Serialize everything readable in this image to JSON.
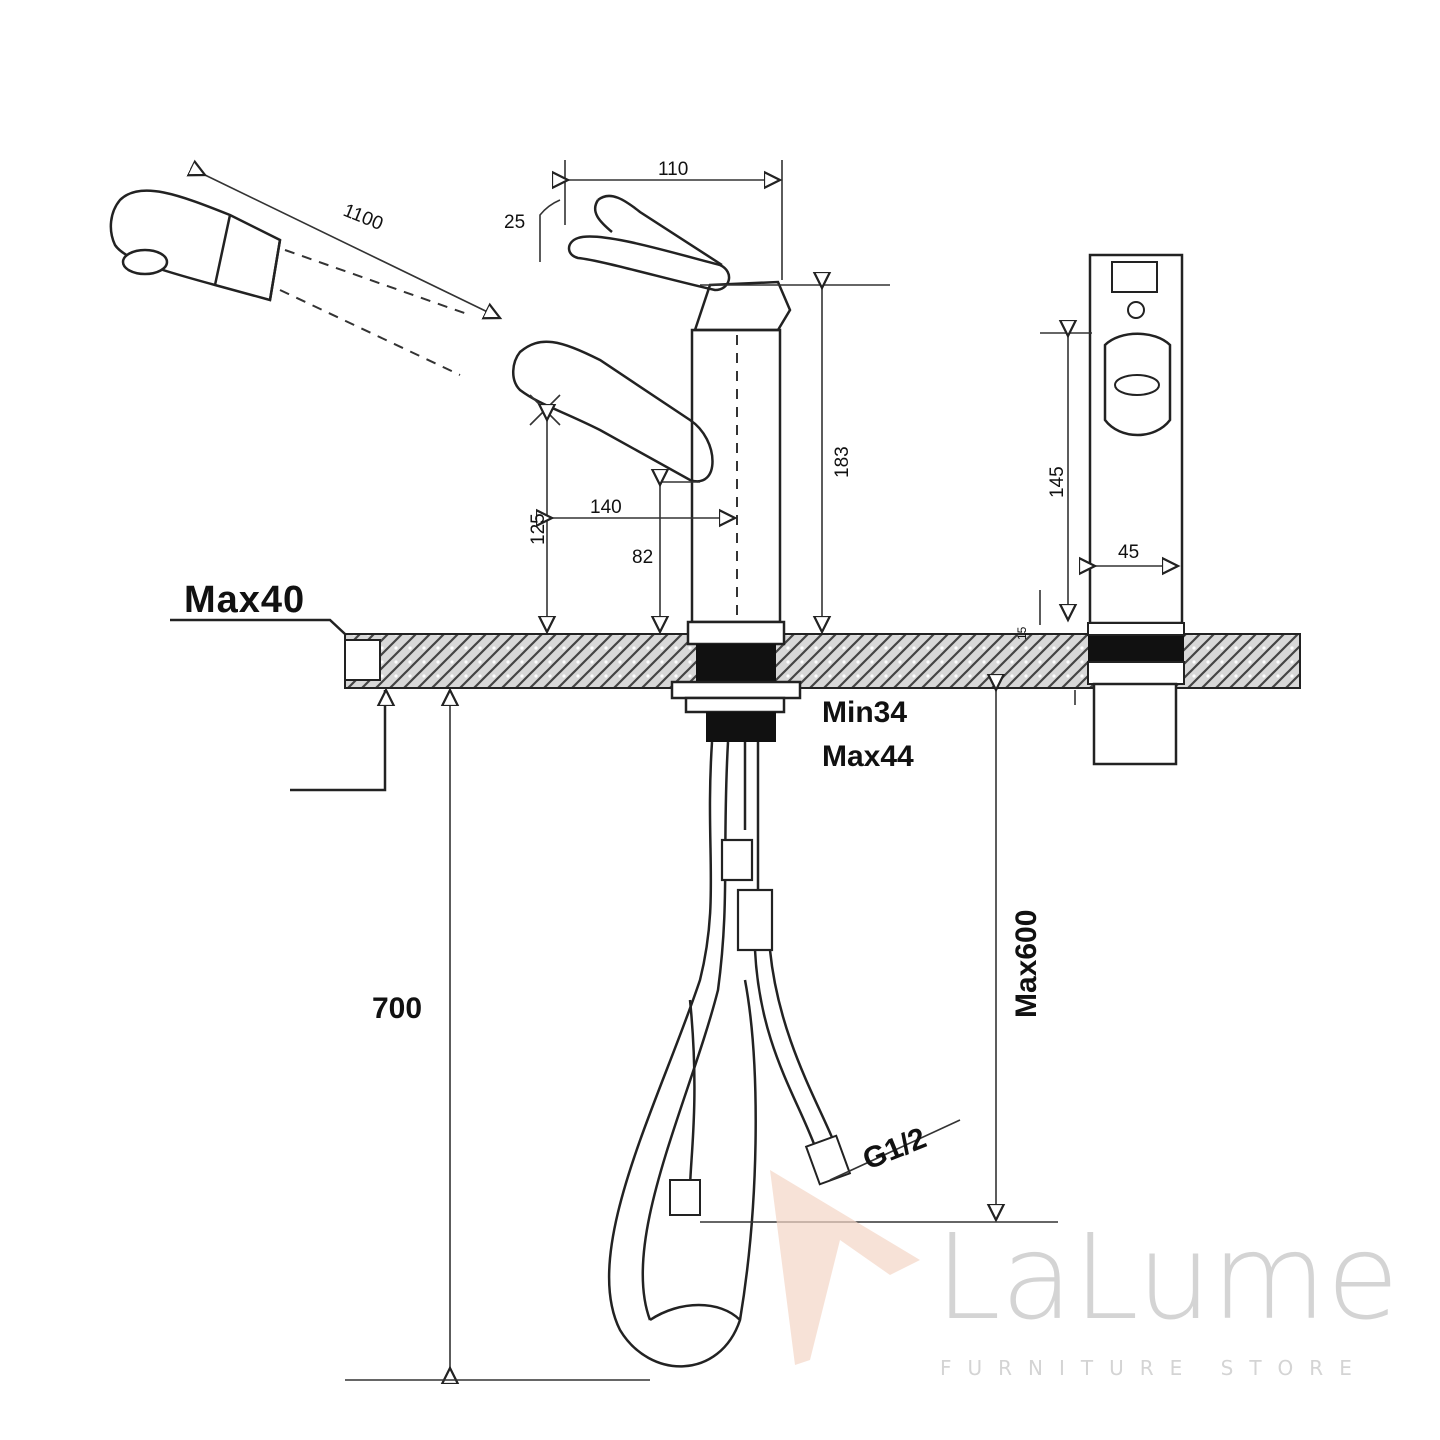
{
  "drawing": {
    "dimensions": {
      "pull_out_length": "1100",
      "spout_reach_top": "110",
      "handle_angle": "25",
      "body_height": "183",
      "spout_height": "125",
      "spout_reach": "140",
      "spout_clearance": "82",
      "side_height": "145",
      "side_width": "45",
      "base_thickness": "15",
      "deck_max": "Max40",
      "deck_min_label": "Min34",
      "deck_max_label": "Max44",
      "hose_length": "700",
      "hose_max": "Max600",
      "thread": "G1/2"
    }
  },
  "watermark": {
    "brand": "LaLume",
    "tagline": "FURNITURE STORE",
    "accent": "#f3d6c6"
  }
}
